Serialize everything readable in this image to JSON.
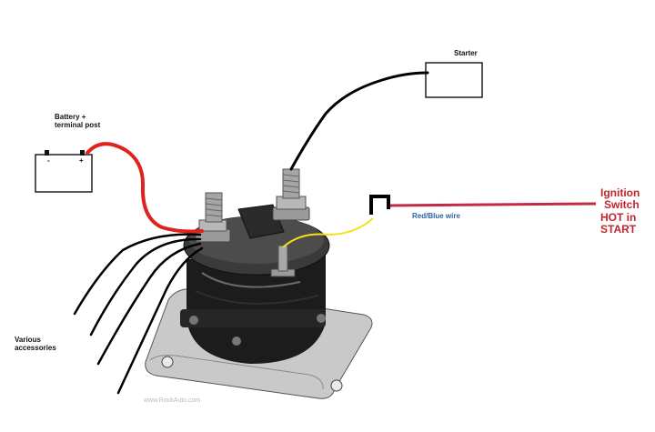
{
  "labels": {
    "starter": "Starter",
    "battery_line1": "Battery +",
    "battery_line2": "terminal post",
    "battery_minus": "-",
    "battery_plus": "+",
    "ignition_line1": "Ignition",
    "ignition_line2": "Switch",
    "ignition_line3": "HOT in",
    "ignition_line4": "START",
    "wire": "Red/Blue wire",
    "accessories_line1": "Various",
    "accessories_line2": "accessories",
    "watermark": "www.RockAuto.com"
  },
  "colors": {
    "battery_wire": "#e0221e",
    "starter_wire": "#000000",
    "ignition_wire": "#c22a46",
    "signal_wire": "#f2e316",
    "ignition_text": "#c0262c",
    "wire_label": "#2f5fa0"
  }
}
